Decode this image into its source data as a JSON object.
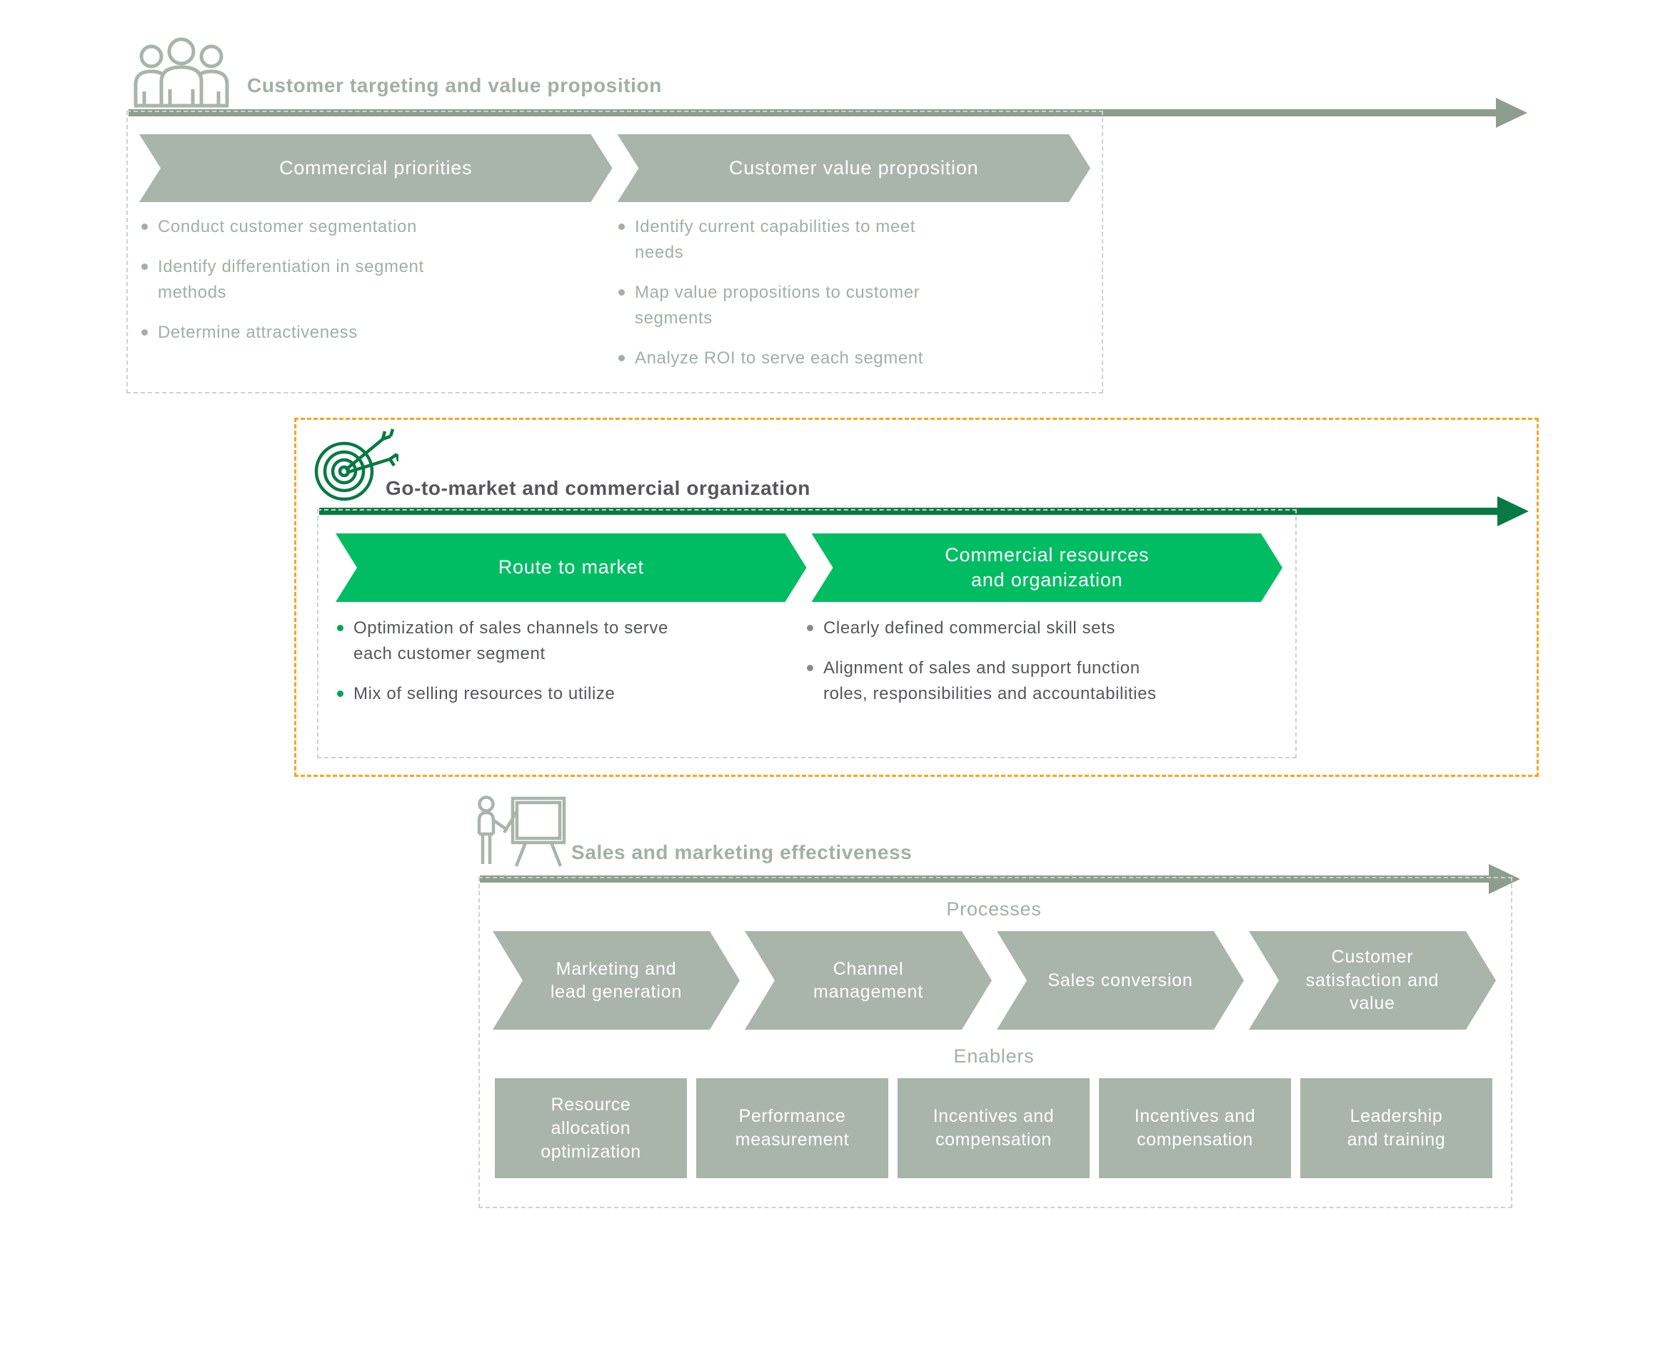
{
  "palette": {
    "gray_banner": "#a9b4ab",
    "gray_line": "#8d9d90",
    "light_text": "#a3afa5",
    "dark_text": "#55575a",
    "bright_green": "#00bd63",
    "dark_green": "#077a43",
    "orange": "#f9a51a",
    "dash_gray": "#ccd3cd",
    "white": "#ffffff"
  },
  "sections": [
    {
      "icon": "people-icon",
      "title": "Customer targeting and value proposition",
      "steps": [
        {
          "label": "Commercial priorities",
          "bullets": [
            "Conduct customer segmentation",
            "Identify differentiation in segment methods",
            "Determine attractiveness"
          ]
        },
        {
          "label": "Customer value proposition",
          "bullets": [
            "Identify current capabilities to meet needs",
            "Map value propositions to customer segments",
            "Analyze ROI to serve each segment"
          ]
        }
      ]
    },
    {
      "icon": "target-icon",
      "title": "Go-to-market and commercial organization",
      "highlighted": true,
      "steps": [
        {
          "label": "Route to market",
          "bullets": [
            "Optimization of sales channels to serve each customer segment",
            "Mix of selling resources to utilize"
          ]
        },
        {
          "label": "Commercial resources and organization",
          "bullets": [
            "Clearly defined commercial skill sets",
            "Alignment of sales and support function roles, responsibilities and accountabilities"
          ]
        }
      ]
    },
    {
      "icon": "presenter-icon",
      "title": "Sales and marketing effectiveness",
      "processes_label": "Processes",
      "processes": [
        "Marketing and lead generation",
        "Channel management",
        "Sales conversion",
        "Customer satisfaction and value"
      ],
      "enablers_label": "Enablers",
      "enablers": [
        "Resource allocation optimization",
        "Performance measurement",
        "Incentives and compensation",
        "Incentives and compensation",
        "Leadership and training"
      ]
    }
  ]
}
